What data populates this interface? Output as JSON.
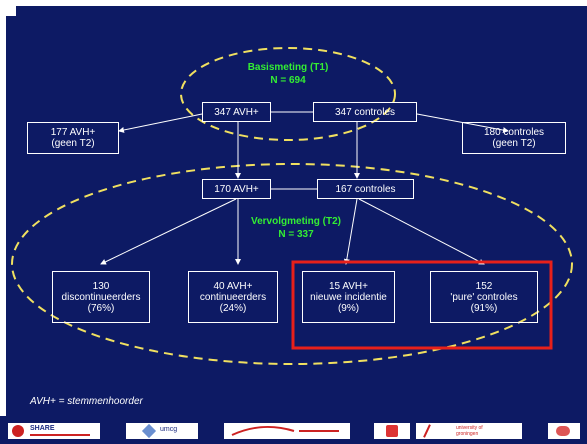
{
  "colors": {
    "background": "#0d1a64",
    "text": "#ffffff",
    "green_label": "#33ee33",
    "ellipse": "#f0e060",
    "highlight": "#e8201a"
  },
  "baseline": {
    "title": "Basismeting (T1)",
    "n": "N = 694"
  },
  "followup": {
    "title": "Vervolgmeting (T2)",
    "n": "N = 337"
  },
  "boxes": {
    "t1_avh": "347 AVH+",
    "t1_controls": "347 controles",
    "lost_avh": [
      "177 AVH+",
      "(geen T2)"
    ],
    "lost_controls": [
      "180 controles",
      "(geen T2)"
    ],
    "t2_avh": "170 AVH+",
    "t2_controls": "167 controles",
    "discontinue": [
      "130",
      "discontinueerders",
      "(76%)"
    ],
    "continue": [
      "40 AVH+",
      "continueerders",
      "(24%)"
    ],
    "incidence": [
      "15 AVH+",
      "nieuwe incidentie",
      "(9%)"
    ],
    "pure": [
      "152",
      "'pure' controles",
      "(91%)"
    ]
  },
  "legend": "AVH+ = stemmenhoorder",
  "logos": {
    "share": "SHARE",
    "umcg": "umcg",
    "university": [
      "university of",
      "groningen"
    ]
  },
  "icons": [
    "share-logo-icon",
    "umcg-logo-icon",
    "wave-logo-icon",
    "rug-crest-icon",
    "university-logo-icon"
  ]
}
